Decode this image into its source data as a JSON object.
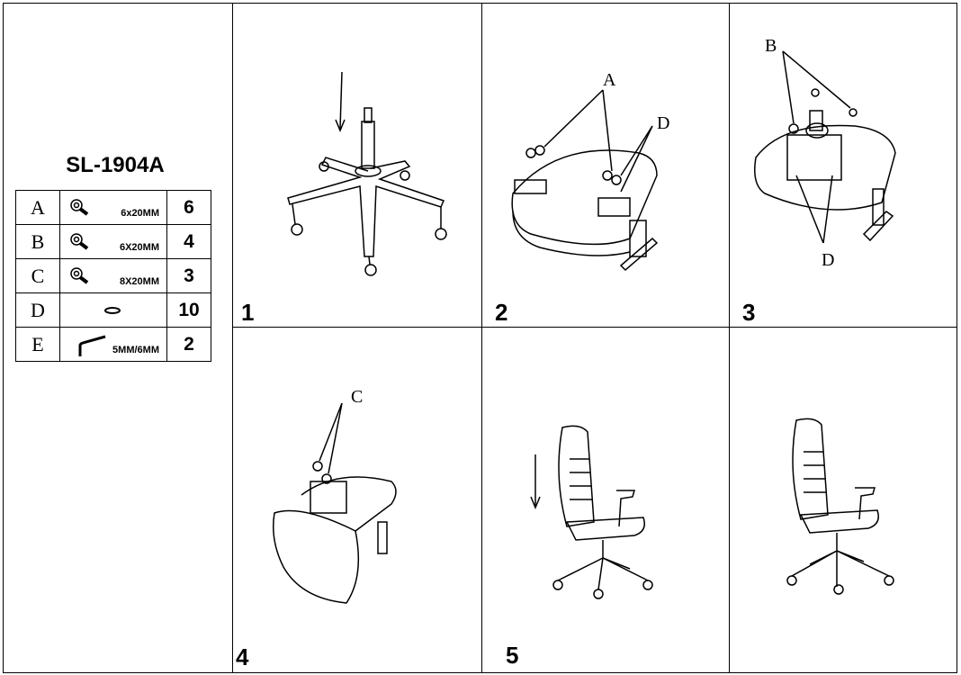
{
  "model": "SL-1904A",
  "parts": [
    {
      "letter": "A",
      "icon": "bolt-icon",
      "size": "6x20MM",
      "qty": "6"
    },
    {
      "letter": "B",
      "icon": "bolt-icon",
      "size": "6X20MM",
      "qty": "4"
    },
    {
      "letter": "C",
      "icon": "bolt-icon",
      "size": "8X20MM",
      "qty": "3"
    },
    {
      "letter": "D",
      "icon": "washer-icon",
      "size": "",
      "qty": "10"
    },
    {
      "letter": "E",
      "icon": "allen-key-icon",
      "size": "5MM/6MM",
      "qty": "2"
    }
  ],
  "steps": [
    {
      "number": "1",
      "labels": []
    },
    {
      "number": "2",
      "labels": [
        "A",
        "D"
      ]
    },
    {
      "number": "3",
      "labels": [
        "B",
        "D"
      ]
    },
    {
      "number": "4",
      "labels": [
        "C"
      ]
    },
    {
      "number": "5",
      "labels": []
    },
    {
      "number": "",
      "labels": []
    }
  ]
}
